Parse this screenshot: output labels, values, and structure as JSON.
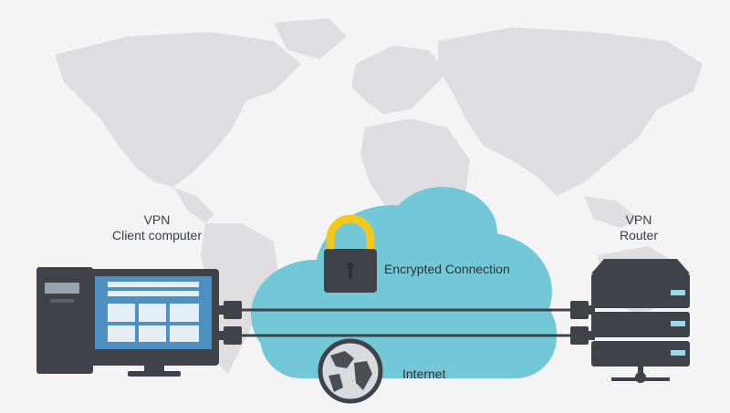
{
  "client": {
    "line1": "VPN",
    "line2": "Client computer"
  },
  "router": {
    "line1": "VPN",
    "line2": "Router"
  },
  "cloud": {
    "encrypted_label": "Encrypted Connection",
    "internet_label": "Internet"
  },
  "colors": {
    "background": "#f4f4f5",
    "map": "#dedee0",
    "cloud": "#72c8d6",
    "device_dark": "#3f4349",
    "screen": "#4e90c2",
    "lock_shackle": "#f2c81c",
    "accent_light": "#9bd9e8"
  }
}
